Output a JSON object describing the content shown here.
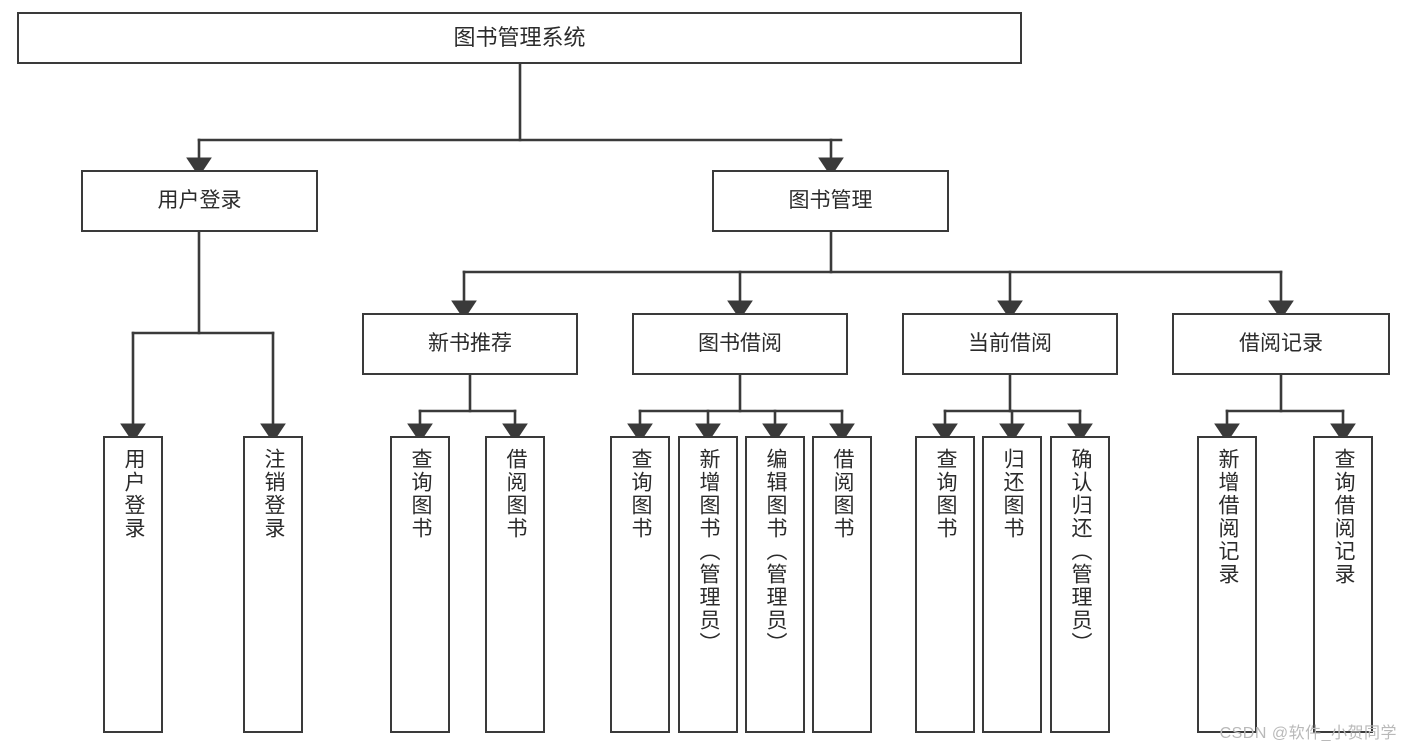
{
  "diagram": {
    "title": "图书管理系统",
    "type": "tree-hierarchy-chart",
    "watermark": "CSDN @软件_小贺同学",
    "stroke_color": "#3a3a3a",
    "fill_color": "#ffffff",
    "text_color": "#2b2b2b"
  },
  "root": {
    "label": "图书管理系统"
  },
  "level2": [
    {
      "label": "用户登录"
    },
    {
      "label": "图书管理"
    }
  ],
  "level3": [
    {
      "label": "新书推荐"
    },
    {
      "label": "图书借阅"
    },
    {
      "label": "当前借阅"
    },
    {
      "label": "借阅记录"
    }
  ],
  "leaves": {
    "user_login": [
      {
        "label": "用户登录"
      },
      {
        "label": "注销登录"
      }
    ],
    "new_book": [
      {
        "label": "查询图书"
      },
      {
        "label": "借阅图书"
      }
    ],
    "book_borrow": [
      {
        "label": "查询图书"
      },
      {
        "label": "新增图书（管理员）"
      },
      {
        "label": "编辑图书（管理员）"
      },
      {
        "label": "借阅图书"
      }
    ],
    "current_borrow": [
      {
        "label": "查询图书"
      },
      {
        "label": "归还图书"
      },
      {
        "label": "确认归还（管理员）"
      }
    ],
    "borrow_record": [
      {
        "label": "新增借阅记录"
      },
      {
        "label": "查询借阅记录"
      }
    ]
  }
}
